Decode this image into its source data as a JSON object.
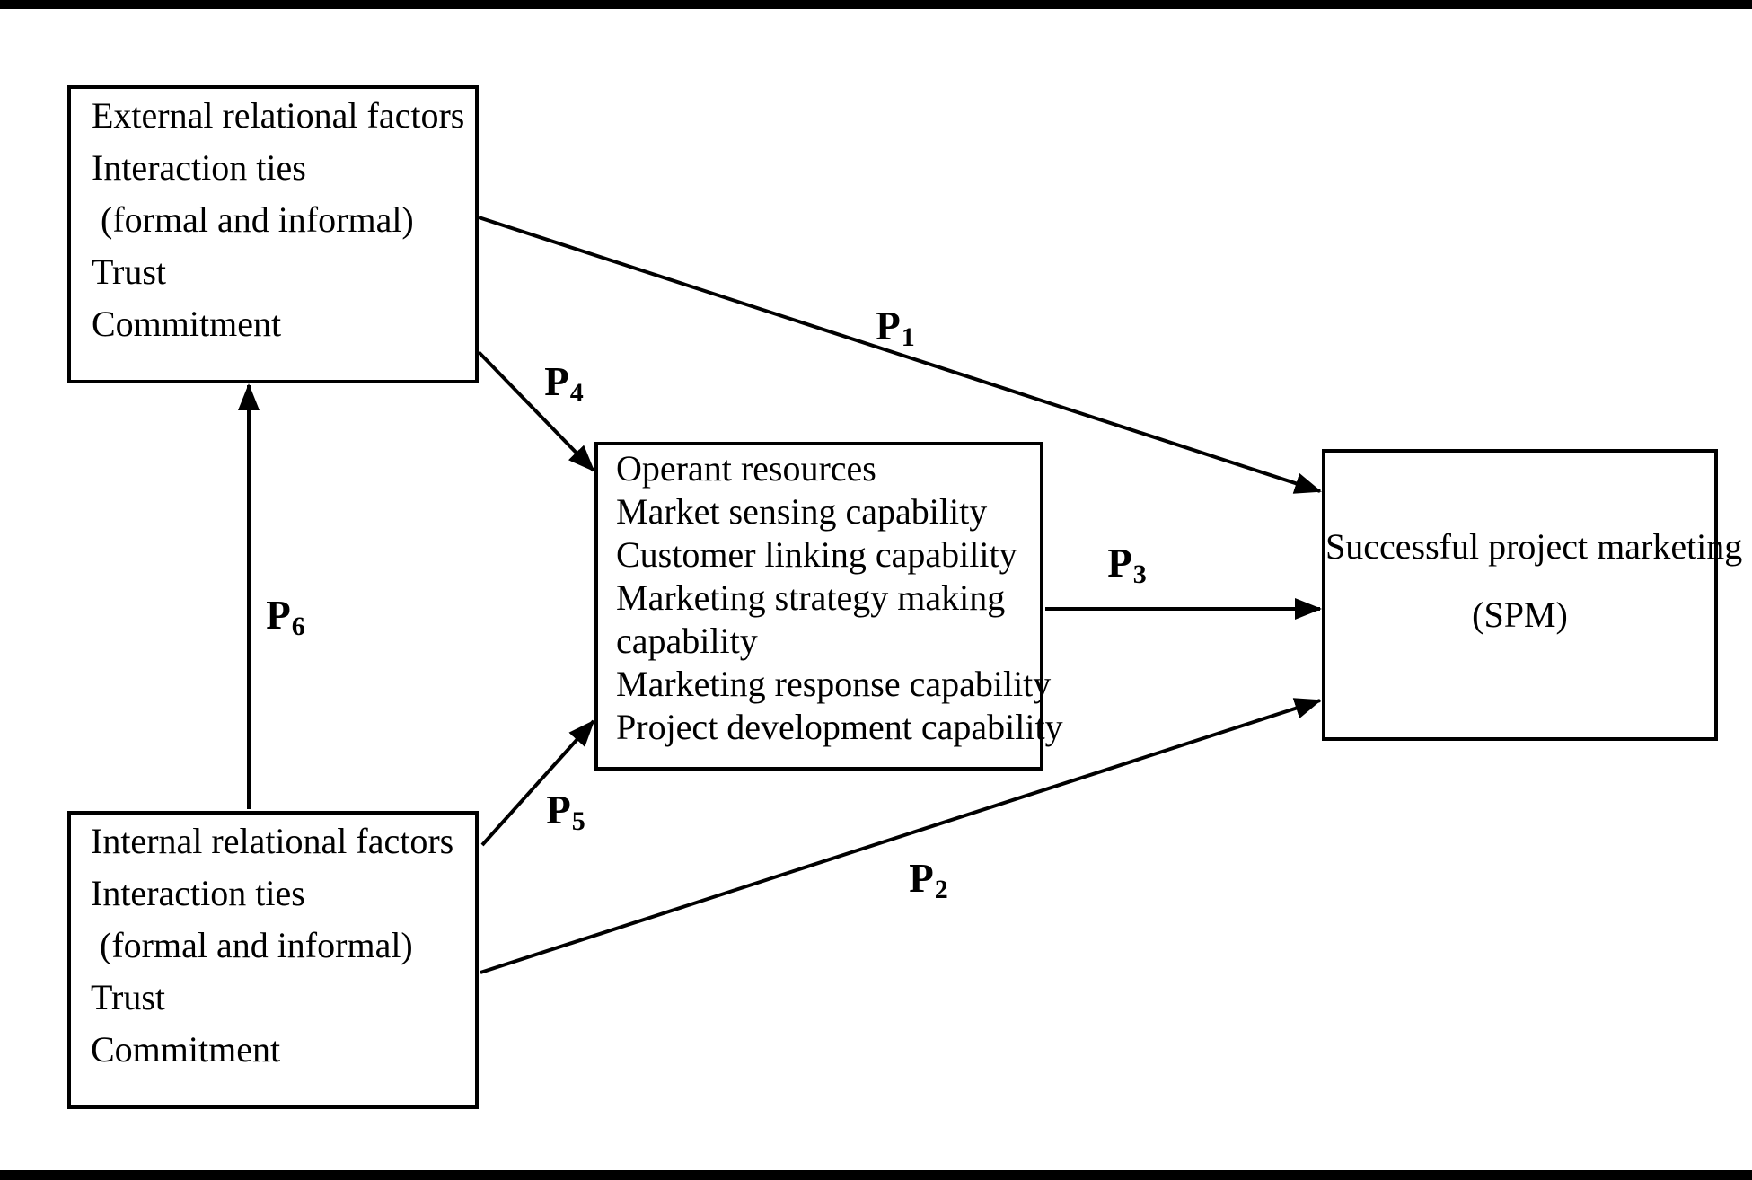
{
  "figure": {
    "colors": {
      "line": "#000000",
      "background": "#ffffff"
    },
    "boxes": {
      "external": {
        "lines": [
          "External relational factors",
          "Interaction ties",
          " (formal and informal)",
          "Trust",
          "Commitment"
        ]
      },
      "internal": {
        "lines": [
          "Internal relational factors",
          "Interaction ties",
          " (formal and informal)",
          "Trust",
          "Commitment"
        ]
      },
      "operant": {
        "lines": [
          "Operant resources",
          "Market sensing capability",
          "Customer linking capability",
          "Marketing strategy making",
          "capability",
          "Marketing response capability",
          "Project development capability"
        ]
      },
      "spm": {
        "lines": [
          "Successful project marketing",
          "(SPM)"
        ]
      }
    },
    "arrow_labels": {
      "p1": {
        "base": "P",
        "sub": "1"
      },
      "p2": {
        "base": "P",
        "sub": "2"
      },
      "p3": {
        "base": "P",
        "sub": "3"
      },
      "p4": {
        "base": "P",
        "sub": "4"
      },
      "p5": {
        "base": "P",
        "sub": "5"
      },
      "p6": {
        "base": "P",
        "sub": "6"
      }
    }
  }
}
